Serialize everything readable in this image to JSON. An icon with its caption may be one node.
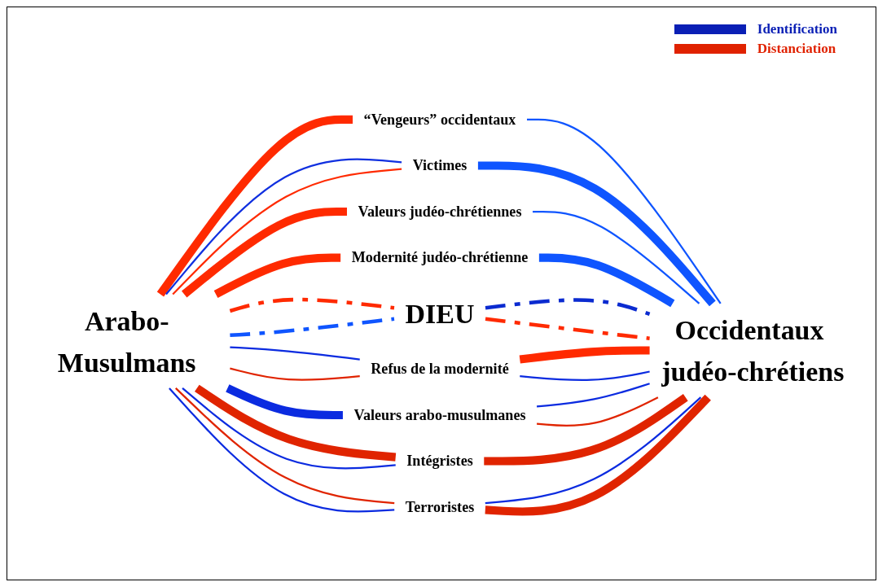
{
  "diagram": {
    "nodes": [
      {
        "text": [
          "“Vengeurs” occidentaux"
        ]
      },
      {
        "text": [
          "Victimes"
        ]
      },
      {
        "text": [
          "Valeurs judéo-chrétiennes"
        ]
      },
      {
        "text": [
          "Modernité judéo-chrétienne"
        ]
      },
      {
        "text": [
          "Arabo-Musulmans"
        ]
      },
      {
        "text": [
          "DIEU"
        ]
      },
      {
        "text": [
          "Occidentaux judéo-chrétiens"
        ]
      },
      {
        "text": [
          "Refus de la modernité"
        ]
      },
      {
        "text": [
          "Valeurs arabo-musulmanes"
        ]
      },
      {
        "text": [
          "Intégristes"
        ]
      },
      {
        "text": [
          "Terroristes"
        ]
      }
    ],
    "edges": [
      {
        "from": 4,
        "to": 0,
        "arrow": "none",
        "style": "thick",
        "color": "#ff2a00"
      },
      {
        "from": 0,
        "to": 6,
        "arrow": "none",
        "color": "#0f55ff"
      },
      {
        "from": 4,
        "to": 1,
        "arrow": "none",
        "color": "#1030e0"
      },
      {
        "from": 4,
        "to": 1,
        "arrow": "none",
        "color": "#ff2a00"
      },
      {
        "from": 1,
        "to": 6,
        "arrow": "none",
        "style": "thick",
        "color": "#0f55ff"
      },
      {
        "from": 4,
        "to": 2,
        "arrow": "none",
        "style": "thick",
        "color": "#ff2a00"
      },
      {
        "from": 2,
        "to": 6,
        "arrow": "none",
        "color": "#0f55ff"
      },
      {
        "from": 4,
        "to": 3,
        "arrow": "none",
        "style": "thick",
        "color": "#ff2a00"
      },
      {
        "from": 3,
        "to": 6,
        "arrow": "none",
        "style": "thick",
        "color": "#0f55ff"
      },
      {
        "from": 4,
        "to": 5,
        "arrow": "none",
        "style": "dashed",
        "color": "#ff2a00"
      },
      {
        "from": 4,
        "to": 5,
        "arrow": "none",
        "style": "dashed",
        "color": "#0f55ff"
      },
      {
        "from": 5,
        "to": 6,
        "arrow": "none",
        "style": "dashed",
        "color": "#0b2bd0"
      },
      {
        "from": 5,
        "to": 6,
        "arrow": "none",
        "style": "dashed",
        "color": "#ff2a00"
      },
      {
        "from": 4,
        "to": 7,
        "arrow": "none",
        "color": "#0b2be0"
      },
      {
        "from": 4,
        "to": 7,
        "arrow": "none",
        "color": "#e02400"
      },
      {
        "from": 7,
        "to": 6,
        "arrow": "none",
        "style": "thick",
        "color": "#ff2a00"
      },
      {
        "from": 7,
        "to": 6,
        "arrow": "none",
        "color": "#0b2be0"
      },
      {
        "from": 4,
        "to": 8,
        "arrow": "none",
        "style": "thick",
        "color": "#0b2be0"
      },
      {
        "from": 8,
        "to": 6,
        "arrow": "none",
        "color": "#0b2be0"
      },
      {
        "from": 8,
        "to": 6,
        "arrow": "none",
        "color": "#e02400"
      },
      {
        "from": 4,
        "to": 9,
        "arrow": "none",
        "style": "thick",
        "color": "#e02400"
      },
      {
        "from": 4,
        "to": 9,
        "arrow": "none",
        "color": "#0b2be0"
      },
      {
        "from": 9,
        "to": 6,
        "arrow": "none",
        "style": "thick",
        "color": "#e02400"
      },
      {
        "from": 4,
        "to": 10,
        "arrow": "none",
        "color": "#e02400"
      },
      {
        "from": 4,
        "to": 10,
        "arrow": "none",
        "color": "#0b2be0"
      },
      {
        "from": 10,
        "to": 6,
        "arrow": "none",
        "color": "#0b2be0"
      },
      {
        "from": 10,
        "to": 6,
        "arrow": "none",
        "style": "thick",
        "color": "#e02400"
      }
    ],
    "legend": [
      {
        "text": "Identification",
        "color": "#0a1fb5"
      },
      {
        "text": "Distanciation",
        "color": "#e02200"
      }
    ]
  }
}
